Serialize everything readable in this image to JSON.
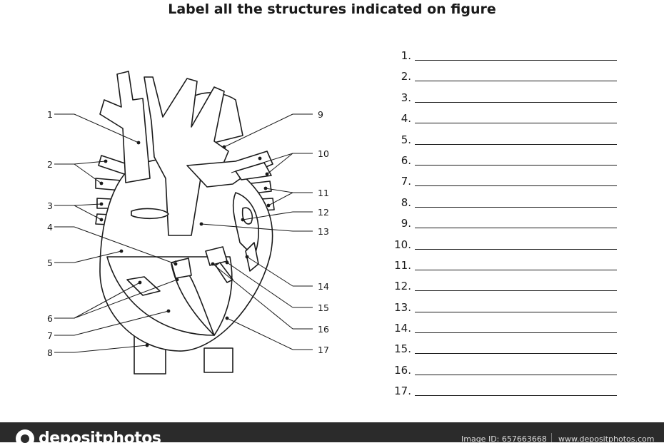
{
  "title": "Label all the structures indicated on figure",
  "diagram_numbers": [
    "1",
    "2",
    "3",
    "4",
    "5",
    "6",
    "7",
    "8",
    "9",
    "10",
    "11",
    "12",
    "13",
    "14",
    "15",
    "16",
    "17"
  ],
  "answer_numbers": [
    "1.",
    "2.",
    "3.",
    "4.",
    "5.",
    "6.",
    "7.",
    "8.",
    "9.",
    "10.",
    "11.",
    "12.",
    "13.",
    "14.",
    "15.",
    "16.",
    "17."
  ],
  "footer": {
    "brand": "depositphotos",
    "image_id": "Image ID: 657663668",
    "url": "www.depositphotos.com"
  }
}
